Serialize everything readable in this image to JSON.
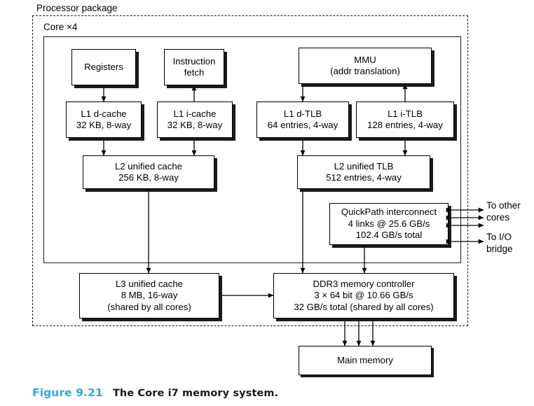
{
  "figure": {
    "number": "Figure 9.21",
    "title": "The Core i7 memory system."
  },
  "labels": {
    "processor_package": "Processor package",
    "core": "Core ×4"
  },
  "boxes": {
    "registers": {
      "line1": "Registers"
    },
    "instruction_fetch": {
      "line1": "Instruction",
      "line2": "fetch"
    },
    "mmu": {
      "line1": "MMU",
      "line2": "(addr translation)"
    },
    "l1_dcache": {
      "line1": "L1 d-cache",
      "line2": "32 KB, 8-way"
    },
    "l1_icache": {
      "line1": "L1 i-cache",
      "line2": "32 KB, 8-way"
    },
    "l1_dtlb": {
      "line1": "L1 d-TLB",
      "line2": "64 entries, 4-way"
    },
    "l1_itlb": {
      "line1": "L1 i-TLB",
      "line2": "128 entries, 4-way"
    },
    "l2_cache": {
      "line1": "L2 unified cache",
      "line2": "256 KB, 8-way"
    },
    "l2_tlb": {
      "line1": "L2 unified TLB",
      "line2": "512 entries, 4-way"
    },
    "quickpath": {
      "line1": "QuickPath interconnect",
      "line2": "4 links @ 25.6 GB/s",
      "line3": "102.4 GB/s total"
    },
    "l3_cache": {
      "line1": "L3 unified cache",
      "line2": "8 MB, 16-way",
      "line3": "(shared by all cores)"
    },
    "ddr3": {
      "line1": "DDR3 memory controller",
      "line2": "3 × 64 bit @ 10.66 GB/s",
      "line3": "32 GB/s total (shared by all cores)"
    },
    "main_memory": {
      "line1": "Main memory"
    }
  },
  "external": {
    "to_other_cores_l1": "To other",
    "to_other_cores_l2": "cores",
    "to_io_bridge_l1": "To I/O",
    "to_io_bridge_l2": "bridge"
  },
  "colors": {
    "accent": "#29ABE2",
    "ink": "#000000",
    "box_fill": "#ffffff",
    "shadow": "#1a1a1a"
  }
}
